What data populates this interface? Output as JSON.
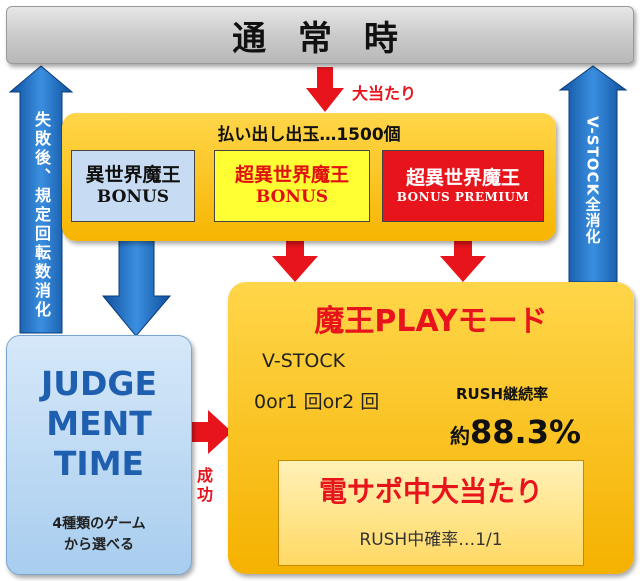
{
  "top_bar": {
    "label": "通 常 時"
  },
  "jackpot_label": "大当たり",
  "payout_label": "払い出し出玉…1500個",
  "bonuses": [
    {
      "name": "異世界魔王",
      "sub": "BONUS"
    },
    {
      "name": "超異世界魔王",
      "sub": "BONUS"
    },
    {
      "name": "超異世界魔王",
      "sub": "BONUS PREMIUM"
    }
  ],
  "maou_mode": {
    "title": "魔王PLAYモード",
    "vstock_label": "V-STOCK",
    "vstock_count": "0or1 回or2 回",
    "rush_rate_label": "RUSH継続率",
    "rush_rate_prefix": "約",
    "rush_rate_value": "88.3%"
  },
  "densapo": {
    "title": "電サポ中大当たり",
    "rush_probability": "RUSH中確率…1/1"
  },
  "judgement": {
    "title_lines": [
      "JUDGE",
      "MENT",
      "TIME"
    ],
    "games_lines": [
      "4種類のゲーム",
      "から選べる"
    ]
  },
  "success_label": "成功",
  "left_return_label": "失敗後、規定回転数消化",
  "right_return_label": "V-STOCK全消化",
  "colors": {
    "red": "#e8141c",
    "gold": "#f7b500",
    "blue_arrow": "#1e6fc8",
    "judge_text": "#1f5fb0"
  }
}
